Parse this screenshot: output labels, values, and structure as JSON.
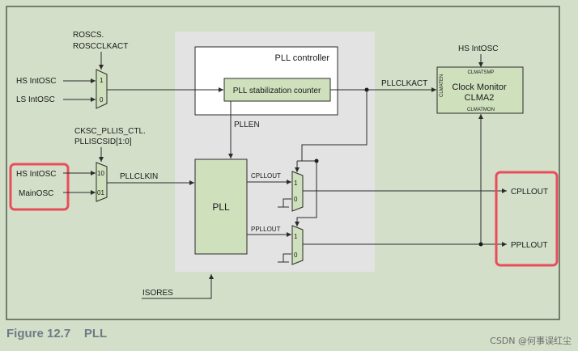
{
  "labels": {
    "roscs_line1": "ROSCS.",
    "roscs_line2": "ROSCCLKACT",
    "hs_intosc_top": "HS IntOSC",
    "ls_intosc": "LS IntOSC",
    "mux1_in1": "1",
    "mux1_in0": "0",
    "pll_controller": "PLL controller",
    "pll_stab_counter": "PLL stabilization counter",
    "pllen": "PLLEN",
    "pllclkact": "PLLCLKACT",
    "hs_intosc_clm": "HS IntOSC",
    "clmatsmp": "CLMATSMP",
    "clmaten": "CLMATEN",
    "clock_monitor_line1": "Clock Monitor",
    "clock_monitor_line2": "CLMA2",
    "clmatmon": "CLMATMON",
    "cksc_line1": "CKSC_PLLIS_CTL.",
    "cksc_line2": "PLLISCSID[1:0]",
    "hs_intosc_left": "HS IntOSC",
    "mainosc": "MainOSC",
    "mux2_in10": "10",
    "mux2_in01": "01",
    "pllclkin": "PLLCLKIN",
    "pll": "PLL",
    "cpllout_internal": "CPLLOUT",
    "ppllout_internal": "PPLLOUT",
    "mux3_in1": "1",
    "mux3_in0": "0",
    "mux4_in1": "1",
    "mux4_in0": "0",
    "cpllout_out": "CPLLOUT",
    "ppllout_out": "PPLLOUT",
    "isores": "ISORES"
  },
  "caption": "Figure 12.7    PLL",
  "watermark": "CSDN @何事误红尘",
  "colors": {
    "background": "#d3dfc8",
    "outer_frame": "#4f5f4f",
    "gray_panel": "#e3e3e3",
    "controller_fill": "#ffffff",
    "green_box": "#cfe0bd",
    "highlight": "#e84d5b",
    "caption": "#6e7b86"
  }
}
